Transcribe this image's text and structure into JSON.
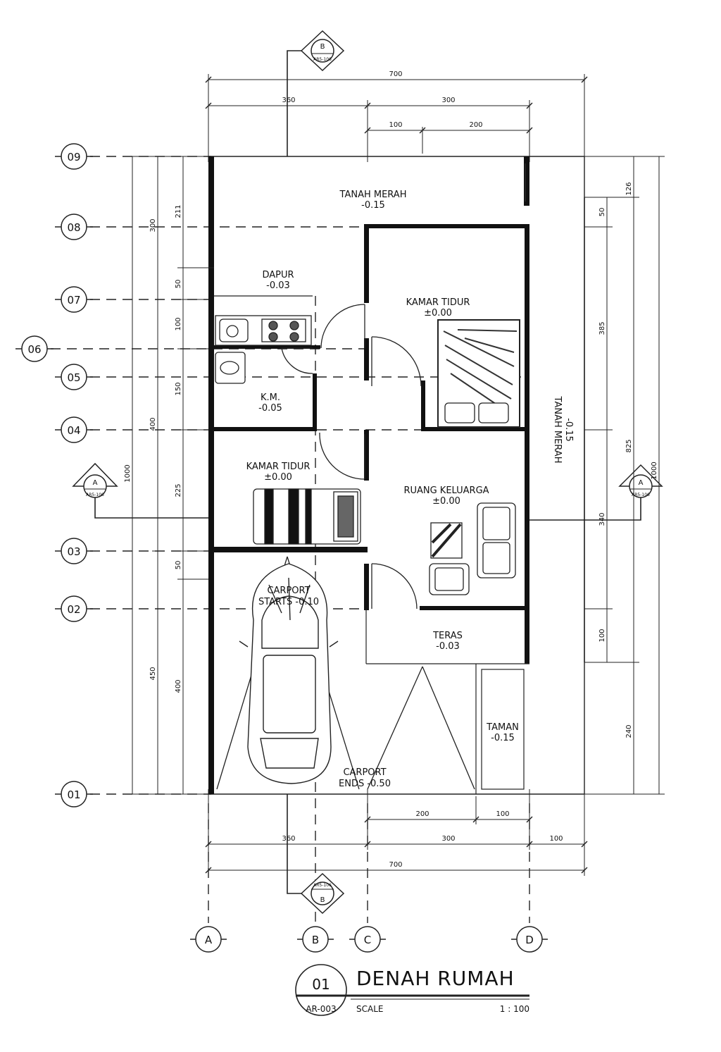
{
  "title_block": {
    "number": "01",
    "title": "DENAH RUMAH",
    "sheet": "AR-003",
    "scale_label": "SCALE",
    "scale_value": "1 : 100"
  },
  "grid_rows": [
    "09",
    "08",
    "07",
    "06",
    "05",
    "04",
    "03",
    "02",
    "01"
  ],
  "grid_cols": [
    "A",
    "B",
    "C",
    "D"
  ],
  "sections": {
    "letter_b": "B",
    "letter_a": "A",
    "ref": "AR5-106"
  },
  "rooms": {
    "tanah_merah_top": {
      "name": "TANAH MERAH",
      "level": "-0.15"
    },
    "dapur": {
      "name": "DAPUR",
      "level": "-0.03"
    },
    "kamar_tidur_1": {
      "name": "KAMAR TIDUR",
      "level": "±0.00"
    },
    "km": {
      "name": "K.M.",
      "level": "-0.05"
    },
    "kamar_tidur_2": {
      "name": "KAMAR TIDUR",
      "level": "±0.00"
    },
    "ruang_keluarga": {
      "name": "RUANG KELUARGA",
      "level": "±0.00"
    },
    "carport_start": {
      "name": "CARPORT",
      "level": "STARTS -0.10"
    },
    "teras": {
      "name": "TERAS",
      "level": "-0.03"
    },
    "taman": {
      "name": "TAMAN",
      "level": "-0.15"
    },
    "carport_end": {
      "name": "CARPORT",
      "level": "ENDS -0.50"
    },
    "tanah_merah_side": {
      "name": "TANAH MERAH",
      "level": "-0.15"
    }
  },
  "dimensions": {
    "top_total": "700",
    "top_left": "360",
    "top_right": "300",
    "top_sub_1": "100",
    "top_sub_2": "200",
    "bottom_sub_1": "200",
    "bottom_sub_2": "100",
    "bottom_left": "360",
    "bottom_mid": "300",
    "bottom_right": "100",
    "bottom_total": "700",
    "left_outer_top": "1000",
    "left_outer_bottom": "450",
    "left_mid": "400",
    "left_mid_top": "300",
    "left_211": "211",
    "left_50a": "50",
    "left_100": "100",
    "left_150": "150",
    "left_225": "225",
    "left_50b": "50",
    "left_400": "400",
    "right_126": "126",
    "right_50": "50",
    "right_385": "385",
    "right_825": "825",
    "right_340": "340",
    "right_1000": "1000",
    "right_100": "100",
    "right_240": "240"
  }
}
